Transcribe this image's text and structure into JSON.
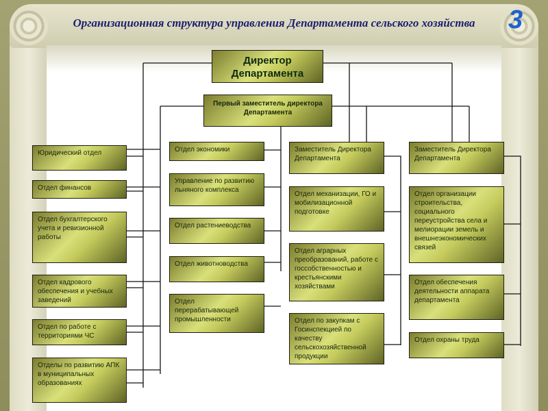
{
  "title": "Организационная структура управления Департамента сельского хозяйства",
  "slide_number": "3",
  "director": "Директор Департамента",
  "first_deputy": "Первый заместитель директора Департамента",
  "left_column": [
    "Юридический отдел",
    "Отдел финансов",
    "Отдел бухгалтерского учета и ревизионной работы",
    "Отдел кадрового обеспечения и учебных заведений",
    "Отдел по работе с территориями ЧС",
    "Отделы по развитию АПК в муниципальных образованиях"
  ],
  "middle_column": [
    "Отдел экономики",
    "Управление по развитию льняного комплекса",
    "Отдел растениеводства",
    "Отдел животноводства",
    "Отдел перерабатывающей промышленности"
  ],
  "deputy_a": {
    "title": "Заместитель Директора Департамента",
    "units": [
      "Отдел механизации, ГО и мобилизационной подготовке",
      "Отдел аграрных преобразований, работе с госсобственностью и крестьянскими хозяйствами",
      "Отдел по закупкам с Госинспекцией по качеству сельскохозяйственной продукции"
    ]
  },
  "deputy_b": {
    "title": "Заместитель Директора Департамента",
    "units": [
      "Отдел организации строительства, социального переустройства села и мелиорации земель и внешнеэкономических связей",
      "Отдел обеспечения деятельности аппарата департамента",
      "Отдел охраны труда"
    ]
  }
}
